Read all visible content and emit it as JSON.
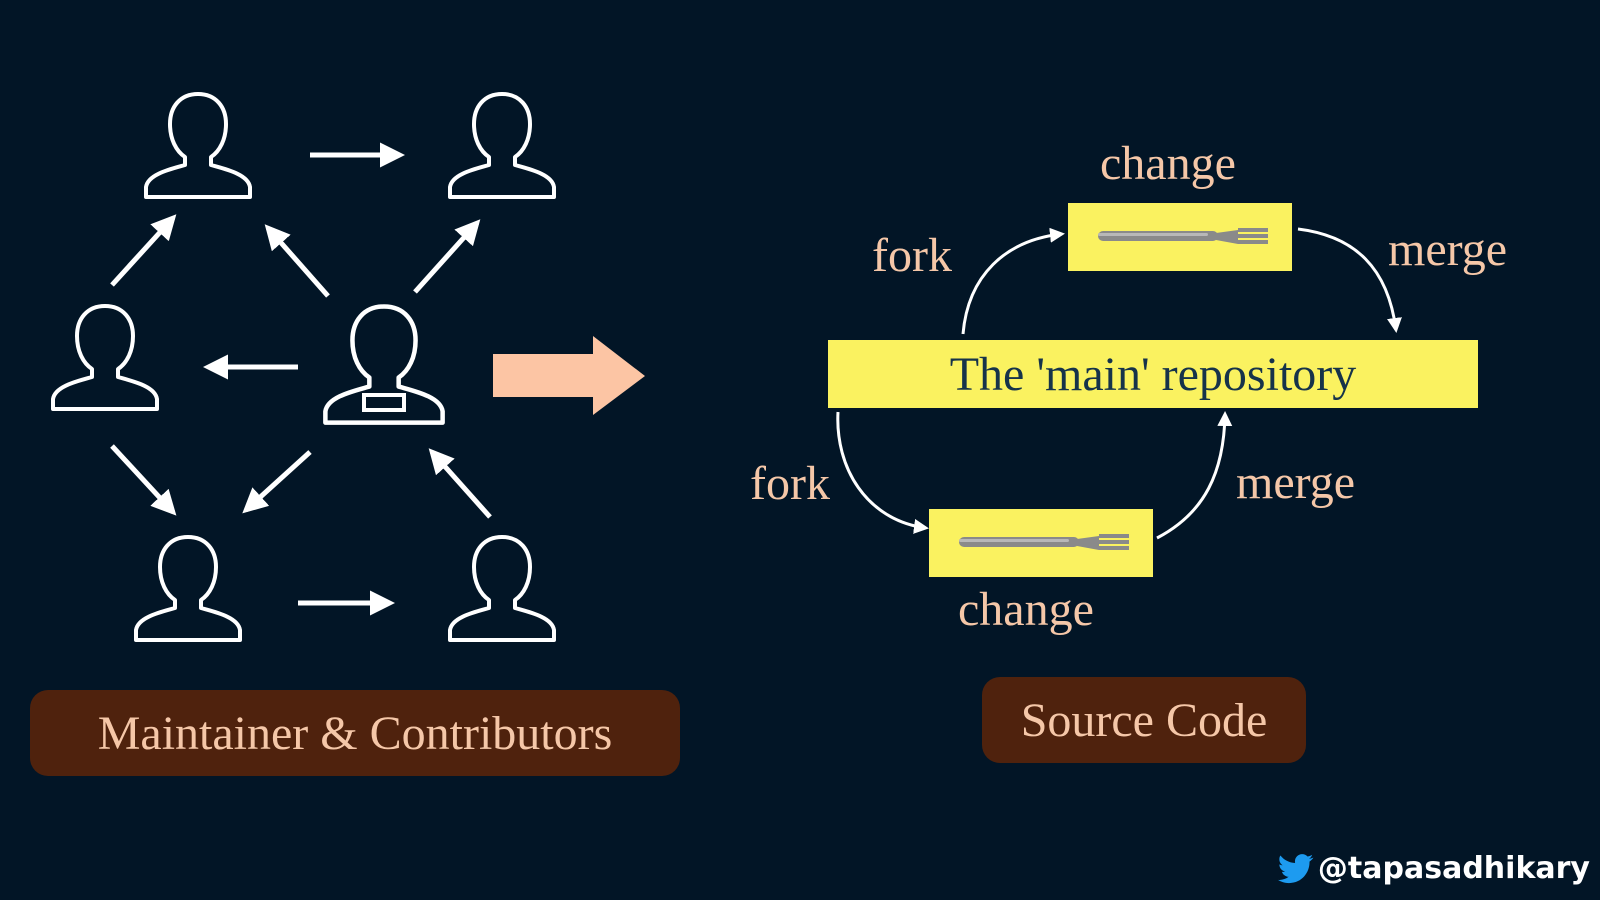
{
  "left_panel": {
    "label": "Maintainer & Contributors"
  },
  "right_panel": {
    "repository_label": "The 'main' repository",
    "top_change": "change",
    "bottom_change": "change",
    "top_fork": "fork",
    "bottom_fork": "fork",
    "top_merge": "merge",
    "bottom_merge": "merge",
    "label": "Source Code"
  },
  "footer": {
    "handle": "@tapasadhikary",
    "icon": "twitter-bird-icon"
  },
  "colors": {
    "background": "#021526",
    "accent_peach": "#fcc5a4",
    "label_bg": "#4f220d",
    "highlight_yellow": "#faf260",
    "twitter_blue": "#1d9bf0"
  }
}
